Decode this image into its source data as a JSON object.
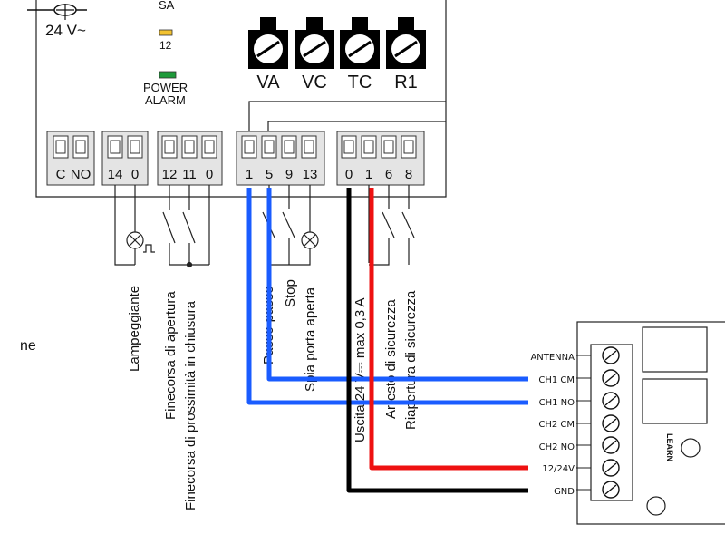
{
  "top": {
    "supply_label": "24 V~",
    "sa_label": "SA",
    "led12_label": "12",
    "power_alarm_line1": "POWER",
    "power_alarm_line2": "ALARM"
  },
  "colors": {
    "led_yellow": "#f2c230",
    "led_green": "#1e9a3a",
    "wire_blue": "#1a5cff",
    "wire_red": "#ee1111",
    "wire_black": "#000000"
  },
  "trimmers": [
    "VA",
    "VC",
    "TC",
    "R1"
  ],
  "terminal_blocks": [
    {
      "labels": [
        "C",
        "NO"
      ]
    },
    {
      "labels": [
        "14",
        "0"
      ]
    },
    {
      "labels": [
        "12",
        "11",
        "0"
      ]
    },
    {
      "labels": [
        "1",
        "5",
        "9",
        "13"
      ]
    },
    {
      "labels": [
        "0",
        "1",
        "6",
        "8"
      ]
    }
  ],
  "side_text": "ne",
  "vertical_labels": [
    "Lampeggiante",
    "Finecorsa di apertura",
    "Finecorsa di prossimità in chiusura",
    "Passo-passo",
    "Stop",
    "Spia porta aperta",
    "Uscita 24 V⎓ max 0,3 A",
    "Arresto di sicurezza",
    "Riapertura di sicurezza"
  ],
  "receiver": {
    "terminals": [
      "ANTENNA",
      "CH1 CM",
      "CH1 NO",
      "CH2 CM",
      "CH2 NO",
      "12/24V",
      "GND"
    ],
    "learn_label": "LEARN"
  }
}
